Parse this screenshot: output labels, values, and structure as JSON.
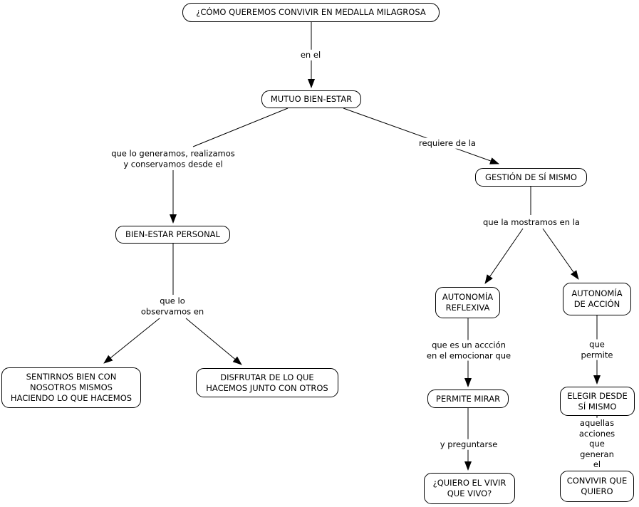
{
  "diagram": {
    "nodes": {
      "root": "¿CÓMO QUEREMOS CONVIVIR EN MEDALLA MILAGROSA",
      "mutuo_bienestar": "MUTUO BIEN-ESTAR",
      "bienestar_personal": "BIEN-ESTAR PERSONAL",
      "sentirnos_bien": "SENTIRNOS BIEN CON\nNOSOTROS MISMOS\nHACIENDO LO QUE HACEMOS",
      "disfrutar": "DISFRUTAR DE LO QUE\nHACEMOS JUNTO CON OTROS",
      "gestion_si_mismo": "GESTIÓN DE SÍ MISMO",
      "autonomia_reflexiva": "AUTONOMÍA\nREFLEXIVA",
      "autonomia_accion": "AUTONOMÍA\nDE ACCIÓN",
      "permite_mirar": "PERMITE MIRAR",
      "quiero_vivir": "¿QUIERO EL VIVIR\nQUE VIVO?",
      "elegir_desde": "ELEGIR DESDE\nSÍ MISMO",
      "convivir_quiero": "CONVIVIR QUE\nQUIERO"
    },
    "link_labels": {
      "en_el": "en el",
      "generamos": "que lo generamos, realizamos\ny conservamos desde el",
      "requiere": "requiere de la",
      "observamos": "que lo\nobservamos en",
      "mostramos": "que la mostramos en la",
      "es_accion": "que es un accción\nen el emocionar que",
      "permite": "que permite",
      "preguntarse": "y preguntarse",
      "acciones": "aquellas acciones\nque generan el"
    },
    "colors": {
      "node_border": "#000000",
      "node_background": "#ffffff",
      "text": "#000000",
      "line": "#000000",
      "canvas_background": "#ffffff"
    }
  }
}
